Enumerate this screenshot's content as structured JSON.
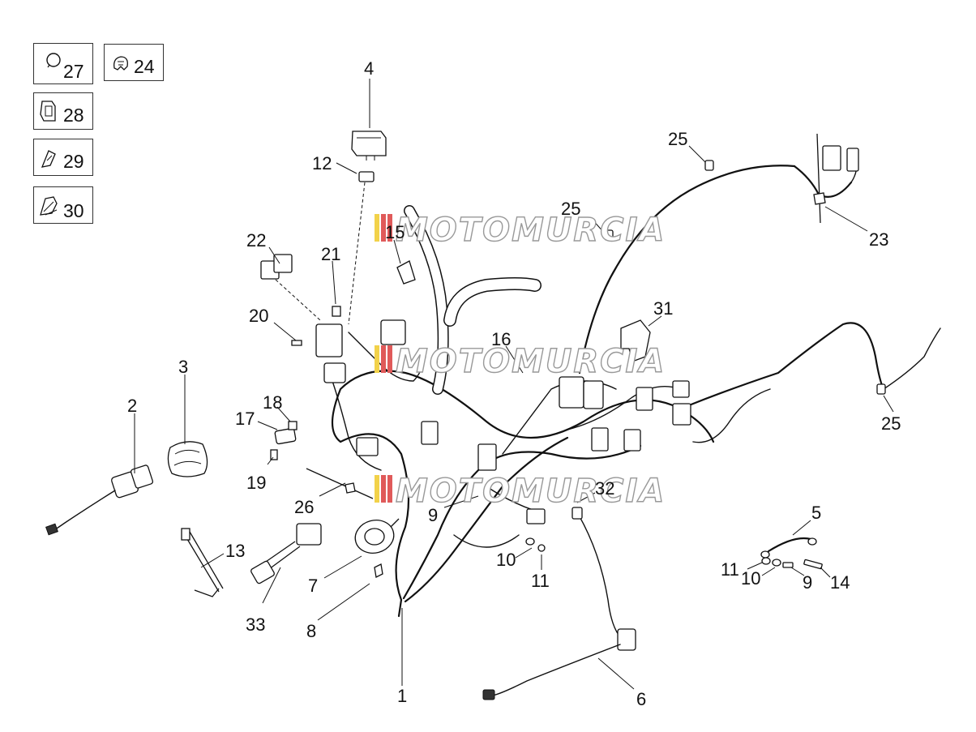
{
  "watermark": "MOTOMURCIA",
  "legend": [
    {
      "number": "27",
      "icon": "ring-clip-icon"
    },
    {
      "number": "24",
      "icon": "cable-clip-icon"
    },
    {
      "number": "28",
      "icon": "holder-clip-icon"
    },
    {
      "number": "29",
      "icon": "small-clip-icon"
    },
    {
      "number": "30",
      "icon": "hook-clip-icon"
    }
  ],
  "callouts": [
    {
      "id": "c1",
      "text": "1"
    },
    {
      "id": "c2",
      "text": "2"
    },
    {
      "id": "c3",
      "text": "3"
    },
    {
      "id": "c4",
      "text": "4"
    },
    {
      "id": "c5",
      "text": "5"
    },
    {
      "id": "c6",
      "text": "6"
    },
    {
      "id": "c7",
      "text": "7"
    },
    {
      "id": "c8",
      "text": "8"
    },
    {
      "id": "c9a",
      "text": "9"
    },
    {
      "id": "c9b",
      "text": "9"
    },
    {
      "id": "c10a",
      "text": "10"
    },
    {
      "id": "c10b",
      "text": "10"
    },
    {
      "id": "c11a",
      "text": "11"
    },
    {
      "id": "c11b",
      "text": "11"
    },
    {
      "id": "c12",
      "text": "12"
    },
    {
      "id": "c13",
      "text": "13"
    },
    {
      "id": "c14",
      "text": "14"
    },
    {
      "id": "c15",
      "text": "15"
    },
    {
      "id": "c16",
      "text": "16"
    },
    {
      "id": "c17",
      "text": "17"
    },
    {
      "id": "c18",
      "text": "18"
    },
    {
      "id": "c19",
      "text": "19"
    },
    {
      "id": "c20",
      "text": "20"
    },
    {
      "id": "c21",
      "text": "21"
    },
    {
      "id": "c22",
      "text": "22"
    },
    {
      "id": "c23",
      "text": "23"
    },
    {
      "id": "c25a",
      "text": "25"
    },
    {
      "id": "c25b",
      "text": "25"
    },
    {
      "id": "c25c",
      "text": "25"
    },
    {
      "id": "c26",
      "text": "26"
    },
    {
      "id": "c31",
      "text": "31"
    },
    {
      "id": "c32",
      "text": "32"
    },
    {
      "id": "c33",
      "text": "33"
    }
  ]
}
